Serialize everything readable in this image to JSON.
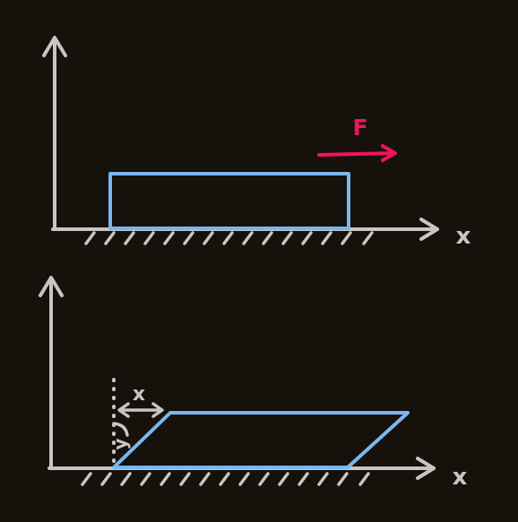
{
  "panels": {
    "top": {
      "axis_label": "x",
      "force_label": "F"
    },
    "bottom": {
      "axis_label": "x",
      "displacement_label": "x",
      "height_label": "y"
    }
  },
  "colors": {
    "background": "#16110b",
    "axis": "#c9c6c1",
    "block": "#79b8ee",
    "force": "#f0145a"
  }
}
